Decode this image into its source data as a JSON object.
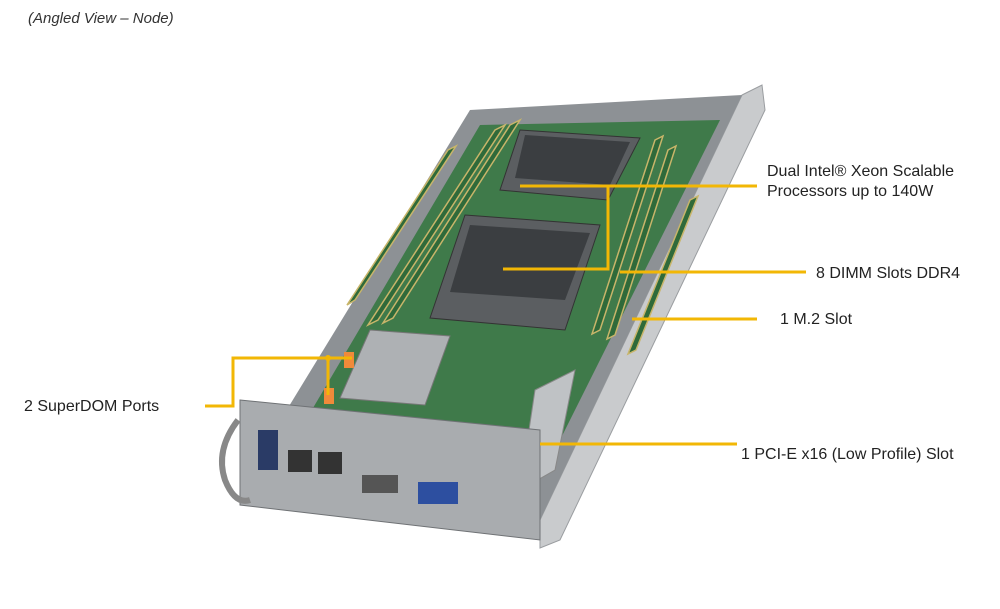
{
  "title": "(Angled View – Node)",
  "callouts": {
    "processors_line1": "Dual Intel® Xeon Scalable",
    "processors_line2": "Processors up to 140W",
    "dimm": "8 DIMM Slots DDR4",
    "m2": "1 M.2 Slot",
    "superdom": "2 SuperDOM Ports",
    "pcie": "1 PCI-E x16 (Low Profile) Slot"
  },
  "colors": {
    "callout_line": "#f2b705",
    "board": "#3f7a4a",
    "chassis": "#b9bcbf"
  }
}
